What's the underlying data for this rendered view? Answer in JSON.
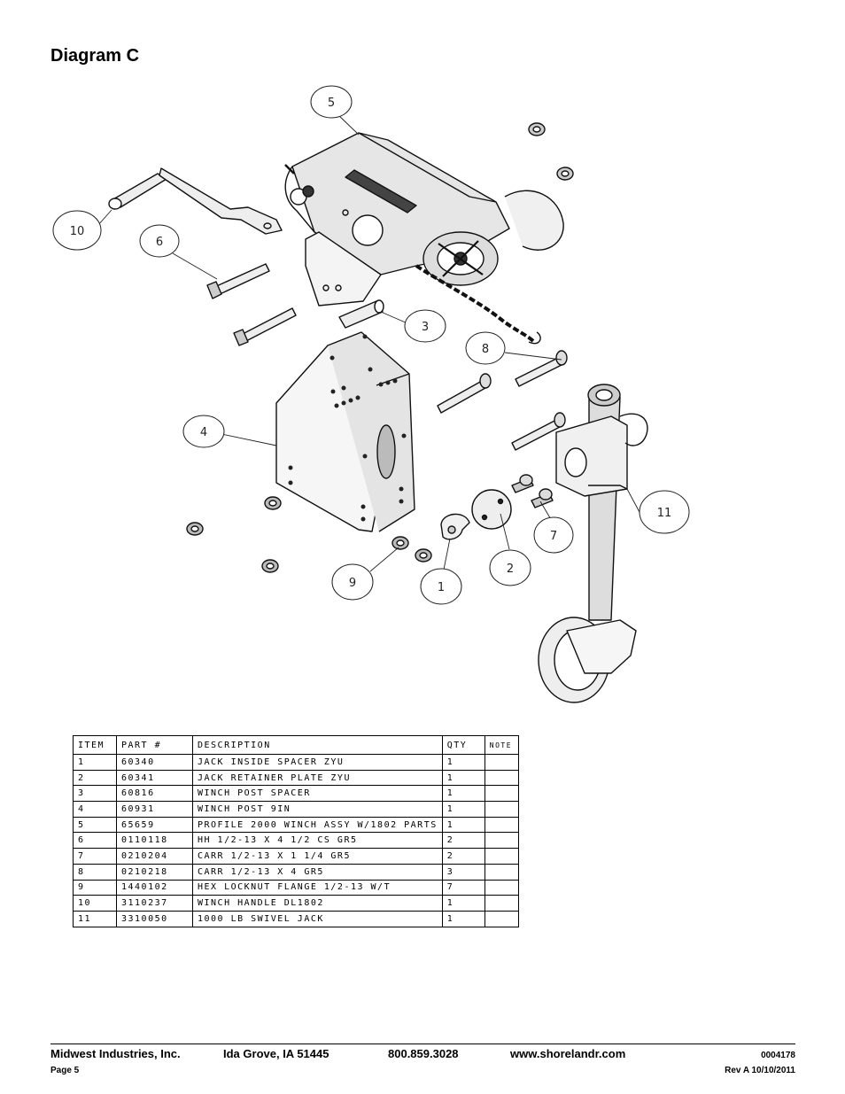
{
  "page": {
    "title": "Diagram C"
  },
  "callouts": [
    "5",
    "10",
    "6",
    "3",
    "8",
    "4",
    "11",
    "7",
    "2",
    "9",
    "1"
  ],
  "parts_table": {
    "headers": {
      "item": "ITEM",
      "part": "PART #",
      "description": "DESCRIPTION",
      "qty": "QTY",
      "note": "NOTE"
    },
    "rows": [
      {
        "item": "1",
        "part": "60340",
        "description": "JACK INSIDE SPACER ZYU",
        "qty": "1",
        "note": ""
      },
      {
        "item": "2",
        "part": "60341",
        "description": "JACK RETAINER PLATE ZYU",
        "qty": "1",
        "note": ""
      },
      {
        "item": "3",
        "part": "60816",
        "description": "WINCH POST SPACER",
        "qty": "1",
        "note": ""
      },
      {
        "item": "4",
        "part": "60931",
        "description": "WINCH POST 9IN",
        "qty": "1",
        "note": ""
      },
      {
        "item": "5",
        "part": "65659",
        "description": "PROFILE 2000 WINCH ASSY W/1802 PARTS",
        "qty": "1",
        "note": ""
      },
      {
        "item": "6",
        "part": "0110118",
        "description": "HH 1/2-13 X 4 1/2 CS GR5",
        "qty": "2",
        "note": ""
      },
      {
        "item": "7",
        "part": "0210204",
        "description": "CARR 1/2-13 X 1 1/4 GR5",
        "qty": "2",
        "note": ""
      },
      {
        "item": "8",
        "part": "0210218",
        "description": "CARR 1/2-13 X 4 GR5",
        "qty": "3",
        "note": ""
      },
      {
        "item": "9",
        "part": "1440102",
        "description": "HEX LOCKNUT FLANGE 1/2-13 W/T",
        "qty": "7",
        "note": ""
      },
      {
        "item": "10",
        "part": "3110237",
        "description": "WINCH HANDLE  DL1802",
        "qty": "1",
        "note": ""
      },
      {
        "item": "11",
        "part": "3310050",
        "description": "1000 LB SWIVEL JACK",
        "qty": "1",
        "note": ""
      }
    ]
  },
  "footer": {
    "company": "Midwest Industries, Inc.",
    "city": "Ida Grove, IA  51445",
    "phone": "800.859.3028",
    "website": "www.shorelandr.com",
    "doc_number": "0004178",
    "page_label": "Page 5",
    "revision": "Rev A  10/10/2011"
  }
}
